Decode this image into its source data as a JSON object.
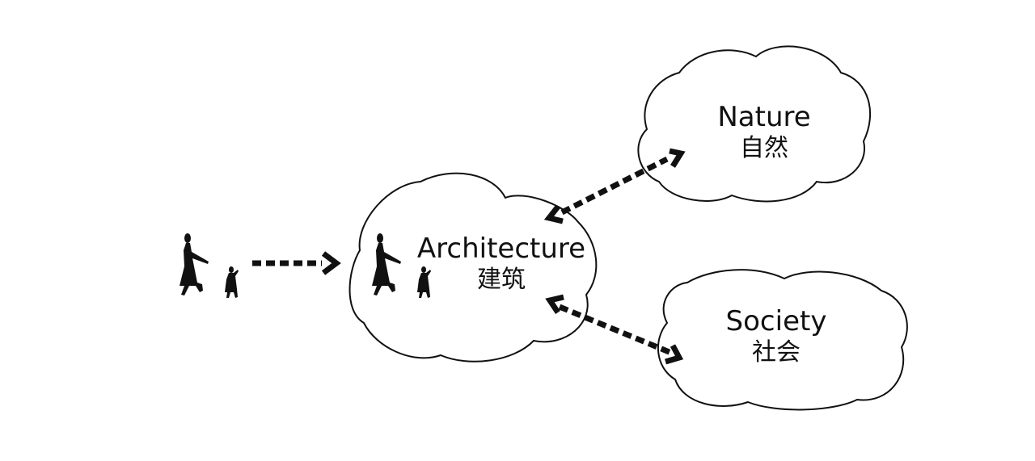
{
  "nodes": {
    "nature": {
      "label_en": "Nature",
      "label_zh": "自然"
    },
    "architecture": {
      "label_en": "Architecture",
      "label_zh": "建筑"
    },
    "society": {
      "label_en": "Society",
      "label_zh": "社会"
    }
  },
  "edges": [
    {
      "from": "people",
      "to": "architecture",
      "direction": "one-way"
    },
    {
      "from": "architecture",
      "to": "nature",
      "direction": "two-way"
    },
    {
      "from": "architecture",
      "to": "society",
      "direction": "two-way"
    }
  ],
  "figures": [
    "adult-and-child-silhouette",
    "adult-and-child-silhouette"
  ],
  "colors": {
    "stroke": "#111111",
    "fill": "#ffffff"
  }
}
